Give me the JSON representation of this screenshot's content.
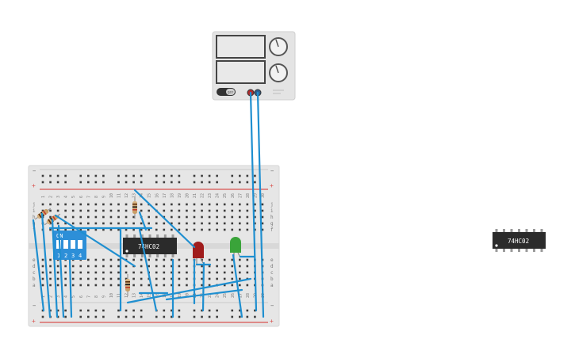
{
  "power_supply": {
    "off_label": "OFF"
  },
  "breadboard": {
    "column_numbers": [
      "1",
      "2",
      "3",
      "4",
      "5",
      "6",
      "7",
      "8",
      "9",
      "10",
      "11",
      "12",
      "13",
      "14",
      "15",
      "16",
      "17",
      "18",
      "19",
      "20",
      "21",
      "22",
      "23",
      "24",
      "25",
      "26",
      "27",
      "28",
      "29",
      "30"
    ],
    "row_letters_top": [
      "j",
      "i",
      "h",
      "g",
      "f"
    ],
    "row_letters_bottom": [
      "e",
      "d",
      "c",
      "b",
      "a"
    ],
    "rail_plus": "+",
    "rail_minus": "−"
  },
  "dip_switch": {
    "on_label": "ON",
    "switch_numbers": [
      "1",
      "2",
      "3",
      "4"
    ]
  },
  "chips": [
    {
      "label": "74HC02"
    },
    {
      "label": "74HC02"
    }
  ],
  "leds": [
    {
      "color": "#a01c1c"
    },
    {
      "color": "#3aa43a"
    }
  ],
  "colors": {
    "wire": "#1f8fd0",
    "board": "#e6e6e6",
    "rail_red": "#d9534f",
    "rail_blue": "#3b7bbf",
    "chip": "#2b2b2b",
    "switch_body": "#2d8fd8"
  }
}
